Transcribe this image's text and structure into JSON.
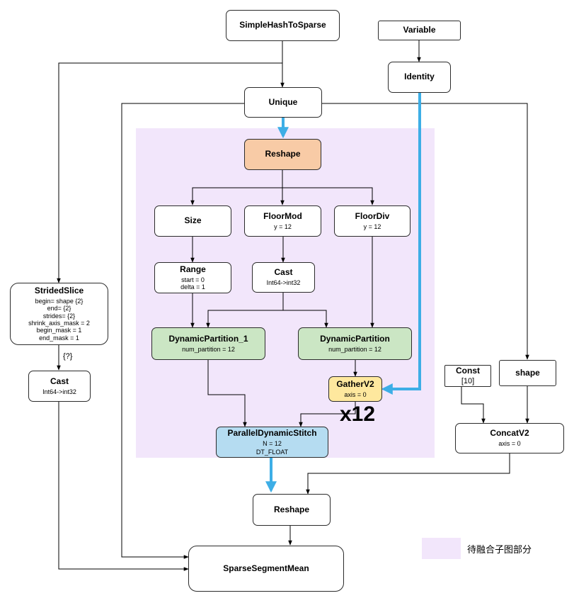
{
  "nodes": {
    "simple_hash": {
      "title": "SimpleHashToSparse"
    },
    "variable": {
      "title": "Variable"
    },
    "identity": {
      "title": "Identity"
    },
    "unique": {
      "title": "Unique"
    },
    "reshape_top": {
      "title": "Reshape"
    },
    "size": {
      "title": "Size"
    },
    "floormod": {
      "title": "FloorMod",
      "params": [
        "y = 12"
      ]
    },
    "floordiv": {
      "title": "FloorDiv",
      "params": [
        "y = 12"
      ]
    },
    "range": {
      "title": "Range",
      "params": [
        "start = 0",
        "delta = 1"
      ]
    },
    "cast_mid": {
      "title": "Cast",
      "params": [
        "Int64->int32"
      ]
    },
    "strided_slice": {
      "title": "StridedSlice",
      "params": [
        "begin= shape {2}",
        "end= {2}",
        "strides= {2}",
        "shrink_axis_mask = 2",
        "begin_mask = 1",
        "end_mask = 1"
      ]
    },
    "dyn_part_1": {
      "title": "DynamicPartition_1",
      "params": [
        "num_partition = 12"
      ]
    },
    "dyn_part": {
      "title": "DynamicPartition",
      "params": [
        "num_partition = 12"
      ]
    },
    "cast_left": {
      "title": "Cast",
      "params": [
        "Int64->int32"
      ]
    },
    "gatherv2": {
      "title": "GatherV2",
      "params": [
        "axis  = 0"
      ]
    },
    "const": {
      "title": "Const",
      "params": [
        "[10]"
      ]
    },
    "shape": {
      "title": "shape"
    },
    "concatv2": {
      "title": "ConcatV2",
      "params": [
        "axis = 0"
      ]
    },
    "pds": {
      "title": "ParallelDynamicStitch",
      "params": [
        "N = 12",
        "DT_FLOAT"
      ]
    },
    "reshape_bottom": {
      "title": "Reshape"
    },
    "ssm": {
      "title": "SparseSegmentMean"
    }
  },
  "labels": {
    "x12": "x12",
    "edge_label": "{?}"
  },
  "legend": {
    "text": "待融合子图部分",
    "color": "#f2e6fb"
  },
  "colors": {
    "fusion_region": "#f2e6fb",
    "reshape_fill": "#f8cba6",
    "partition_fill": "#cbe6c4",
    "gather_fill": "#fee89e",
    "stitch_fill": "#b5dcf1",
    "thick_arrow": "#3daee6"
  }
}
